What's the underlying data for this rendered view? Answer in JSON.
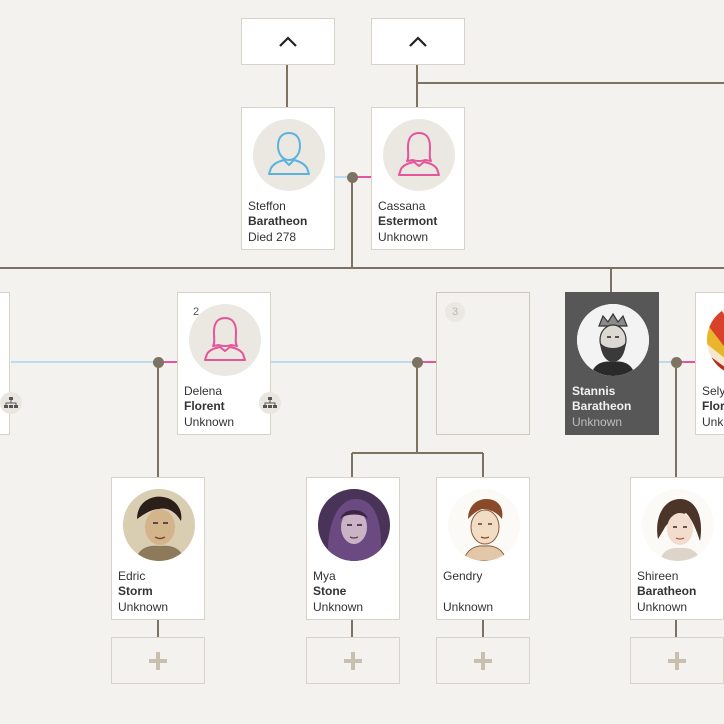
{
  "people": {
    "steffon": {
      "first": "Steffon",
      "last": "Baratheon",
      "status": "Died 278"
    },
    "cassana": {
      "first": "Cassana",
      "last": "Estermont",
      "status": "Unknown"
    },
    "delena": {
      "first": "Delena",
      "last": "Florent",
      "status": "Unknown",
      "badge": "2"
    },
    "unknown_spouse": {
      "badge": "3"
    },
    "stannis": {
      "first": "Stannis",
      "last": "Baratheon",
      "status": "Unknown"
    },
    "selyse": {
      "first": "Sely",
      "last": "Flor",
      "status": "Unkn"
    },
    "edric": {
      "first": "Edric",
      "last": "Storm",
      "status": "Unknown"
    },
    "mya": {
      "first": "Mya",
      "last": "Stone",
      "status": "Unknown"
    },
    "gendry": {
      "first": "Gendry",
      "last": "",
      "status": "Unknown"
    },
    "shireen": {
      "first": "Shireen",
      "last": "Baratheon",
      "status": "Unknown"
    }
  },
  "icons": {
    "expand": "chevron-up-icon",
    "add": "plus-icon",
    "tree": "family-tree-icon"
  },
  "colors": {
    "background": "#f4f2ee",
    "line": "#7d7363",
    "male": "#5ab3de",
    "female": "#e4559b",
    "selected_card": "#575757",
    "plus": "#c9bfae"
  }
}
